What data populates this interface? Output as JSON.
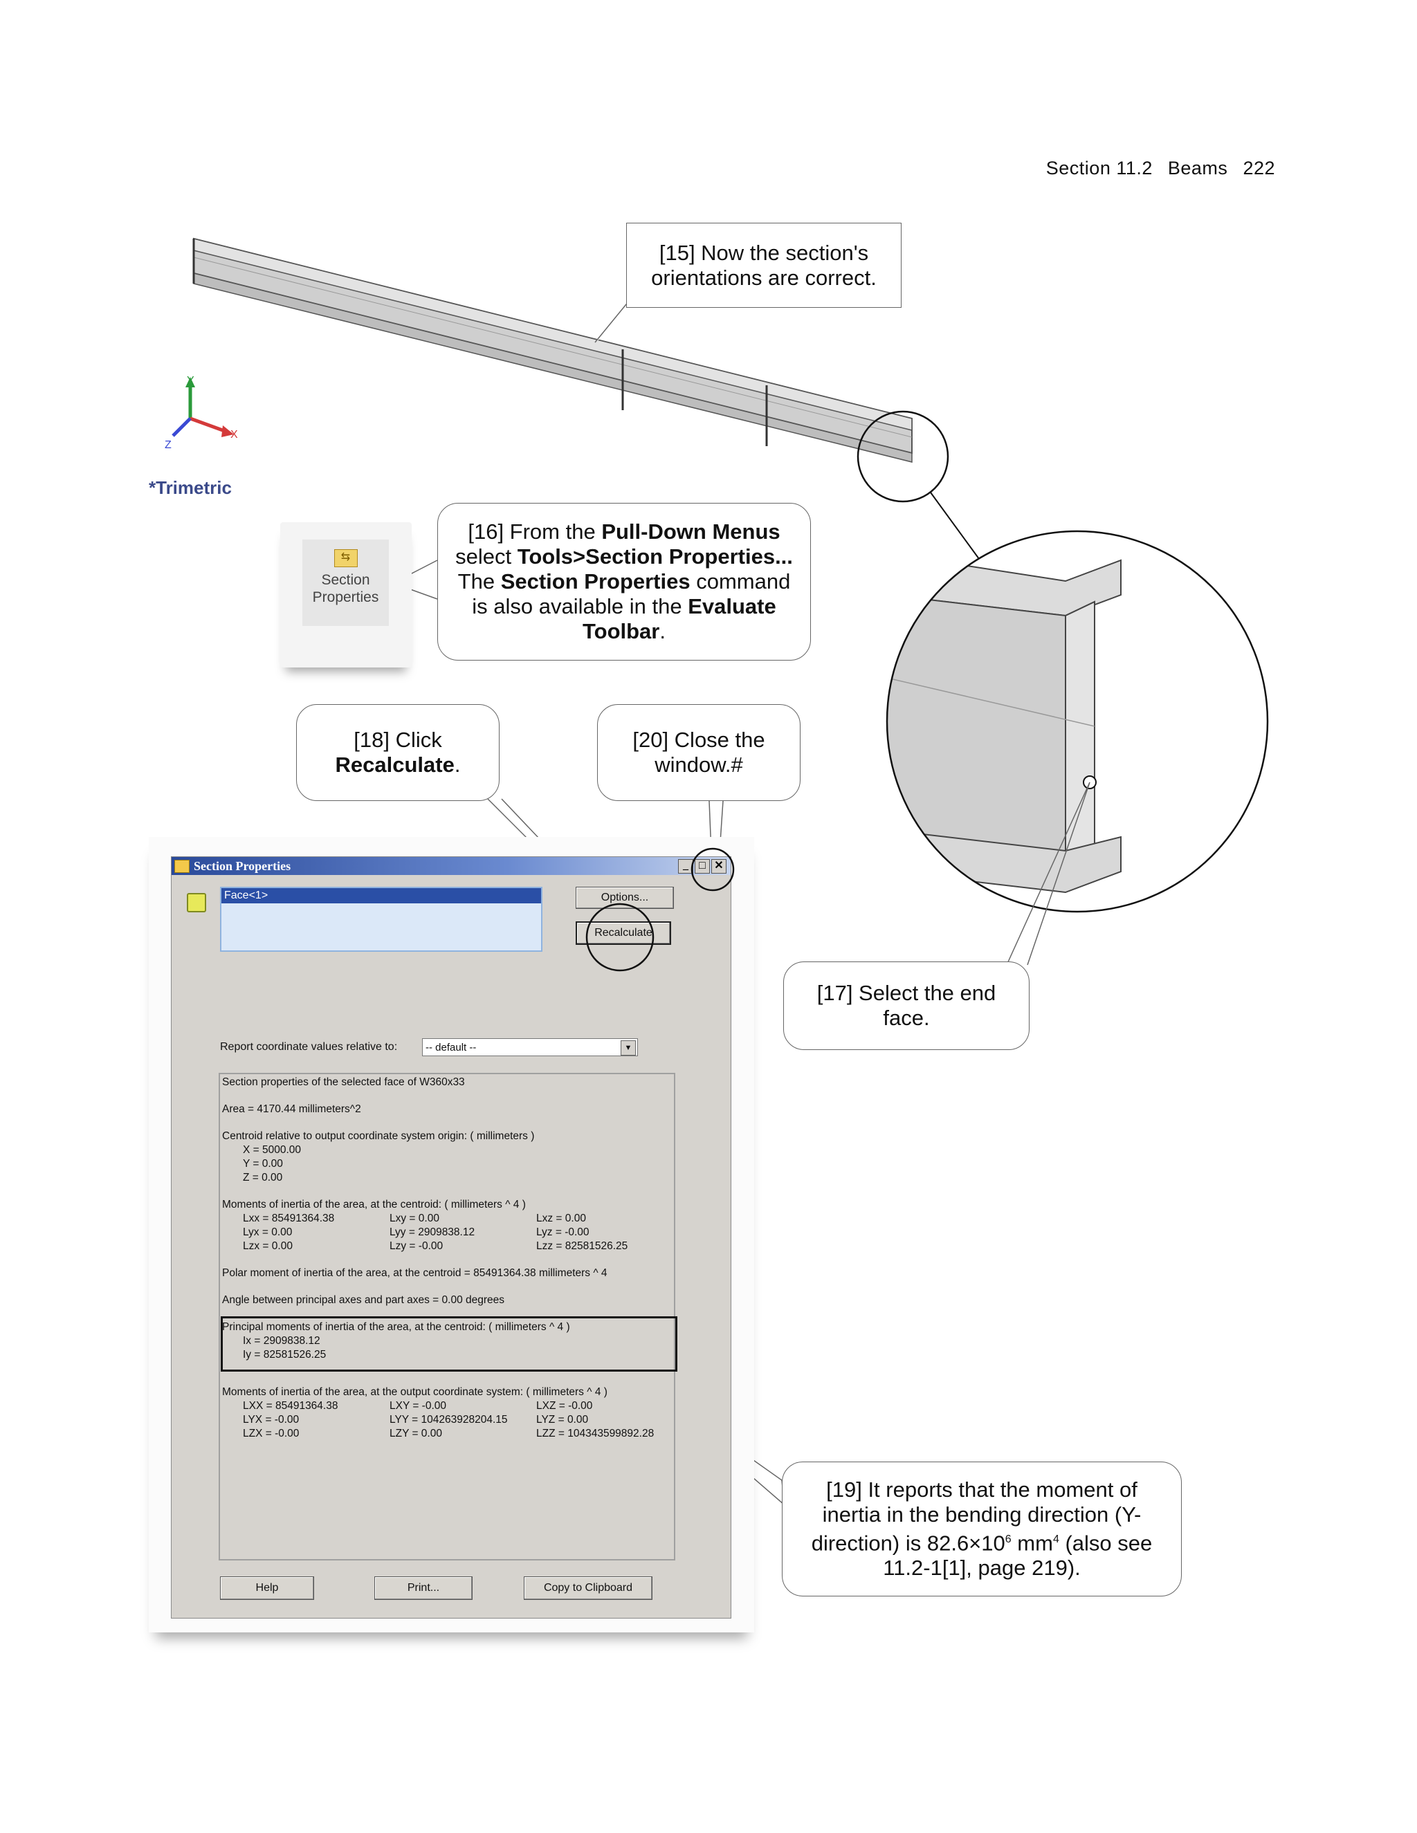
{
  "header": {
    "section": "Section 11.2",
    "title": "Beams",
    "page": "222"
  },
  "view": {
    "orientation_label": "*Trimetric",
    "axes": [
      "Y",
      "X",
      "Z"
    ]
  },
  "callouts": {
    "c15": "[15] Now the section's orientations are correct.",
    "c16": {
      "pre": "[16] From the ",
      "b1": "Pull-Down Menus",
      "mid1": " select ",
      "b2": "Tools>Section Properties...",
      "mid2": " The ",
      "b3": "Section Properties",
      "mid3": " command is also available in the ",
      "b4": "Evaluate Toolbar",
      "end": "."
    },
    "c17": "[17] Select the end face.",
    "c18": {
      "pre": "[18] Click",
      "b": "Recalculate",
      "end": "."
    },
    "c19": {
      "pre": "[19] It reports that the moment of inertia in the bending direction (Y-direction) is 82.6×10",
      "sup1": "6",
      "mid": " mm",
      "sup2": "4",
      "end": " (also see 11.2-1[1], page 219)."
    },
    "c20": "[20] Close the window.#"
  },
  "toolbar_button": {
    "label_line1": "Section",
    "label_line2": "Properties"
  },
  "dialog": {
    "title": "Section Properties",
    "selection": "Face<1>",
    "options_button": "Options...",
    "recalculate_button": "Recalculate",
    "report_label": "Report coordinate values relative to:",
    "coord_system": "-- default --",
    "results": {
      "heading": "Section properties of the selected face of W360x33",
      "area": "Area = 4170.44 millimeters^2",
      "centroid_heading": "Centroid relative to output coordinate system origin: ( millimeters )",
      "centroid": [
        "X = 5000.00",
        "Y = 0.00",
        "Z = 0.00"
      ],
      "moi_centroid_heading": "Moments of inertia of the area, at the centroid: ( millimeters ^ 4 )",
      "moi_centroid_rows": [
        [
          "Lxx = 85491364.38",
          "Lxy = 0.00",
          "Lxz = 0.00"
        ],
        [
          "Lyx = 0.00",
          "Lyy = 2909838.12",
          "Lyz = -0.00"
        ],
        [
          "Lzx = 0.00",
          "Lzy = -0.00",
          "Lzz = 82581526.25"
        ]
      ],
      "polar": "Polar moment of inertia of the area, at the centroid = 85491364.38 millimeters ^ 4",
      "angle": "Angle between principal axes and part axes = 0.00 degrees",
      "principal_heading": "Principal moments of inertia of the area, at the centroid: ( millimeters ^ 4 )",
      "principal": [
        "Ix = 2909838.12",
        "Iy = 82581526.25"
      ],
      "moi_output_heading": "Moments of inertia of the area, at the output coordinate system: ( millimeters ^ 4 )",
      "moi_output_rows": [
        [
          "LXX = 85491364.38",
          "LXY = -0.00",
          "LXZ = -0.00"
        ],
        [
          "LYX = -0.00",
          "LYY = 104263928204.15",
          "LYZ = 0.00"
        ],
        [
          "LZX = -0.00",
          "LZY = 0.00",
          "LZZ = 104343599892.28"
        ]
      ]
    },
    "help_button": "Help",
    "print_button": "Print...",
    "copy_button": "Copy to Clipboard"
  }
}
